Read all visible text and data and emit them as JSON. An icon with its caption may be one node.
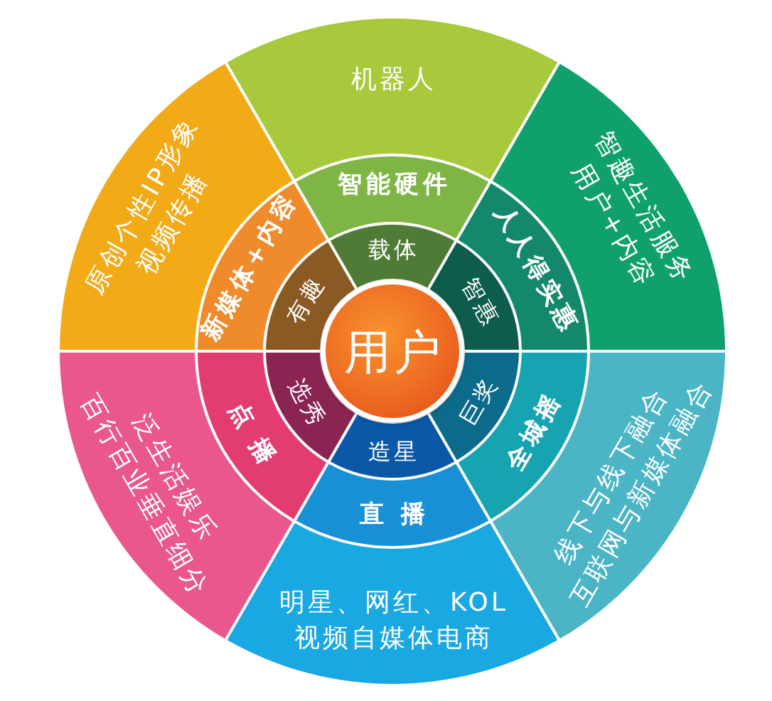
{
  "diagram": {
    "nodes": [
      {
        "text": [
          "用户"
        ]
      },
      {
        "text": [
          "载体"
        ]
      },
      {
        "text": [
          "智惠"
        ]
      },
      {
        "text": [
          "巨奖"
        ]
      },
      {
        "text": [
          "造星"
        ]
      },
      {
        "text": [
          "选秀"
        ]
      },
      {
        "text": [
          "有趣"
        ]
      },
      {
        "text": [
          "智能硬件"
        ]
      },
      {
        "text": [
          "人人得实惠"
        ]
      },
      {
        "text": [
          "全城摇"
        ]
      },
      {
        "text": [
          "直播"
        ]
      },
      {
        "text": [
          "点播"
        ]
      },
      {
        "text": [
          "新媒体+内容"
        ]
      },
      {
        "text": [
          "机器人"
        ]
      },
      {
        "text": [
          "智趣生活服务",
          "用户+内容"
        ]
      },
      {
        "text": [
          "线下与线下融合",
          "互联网与新媒体融合"
        ]
      },
      {
        "text": [
          "明星、网红、KOL",
          "视频自媒体电商"
        ]
      },
      {
        "text": [
          "泛生活娱乐",
          "百行百业垂直细分"
        ]
      },
      {
        "text": [
          "原创个性IP形象",
          "视频传播"
        ]
      }
    ]
  }
}
